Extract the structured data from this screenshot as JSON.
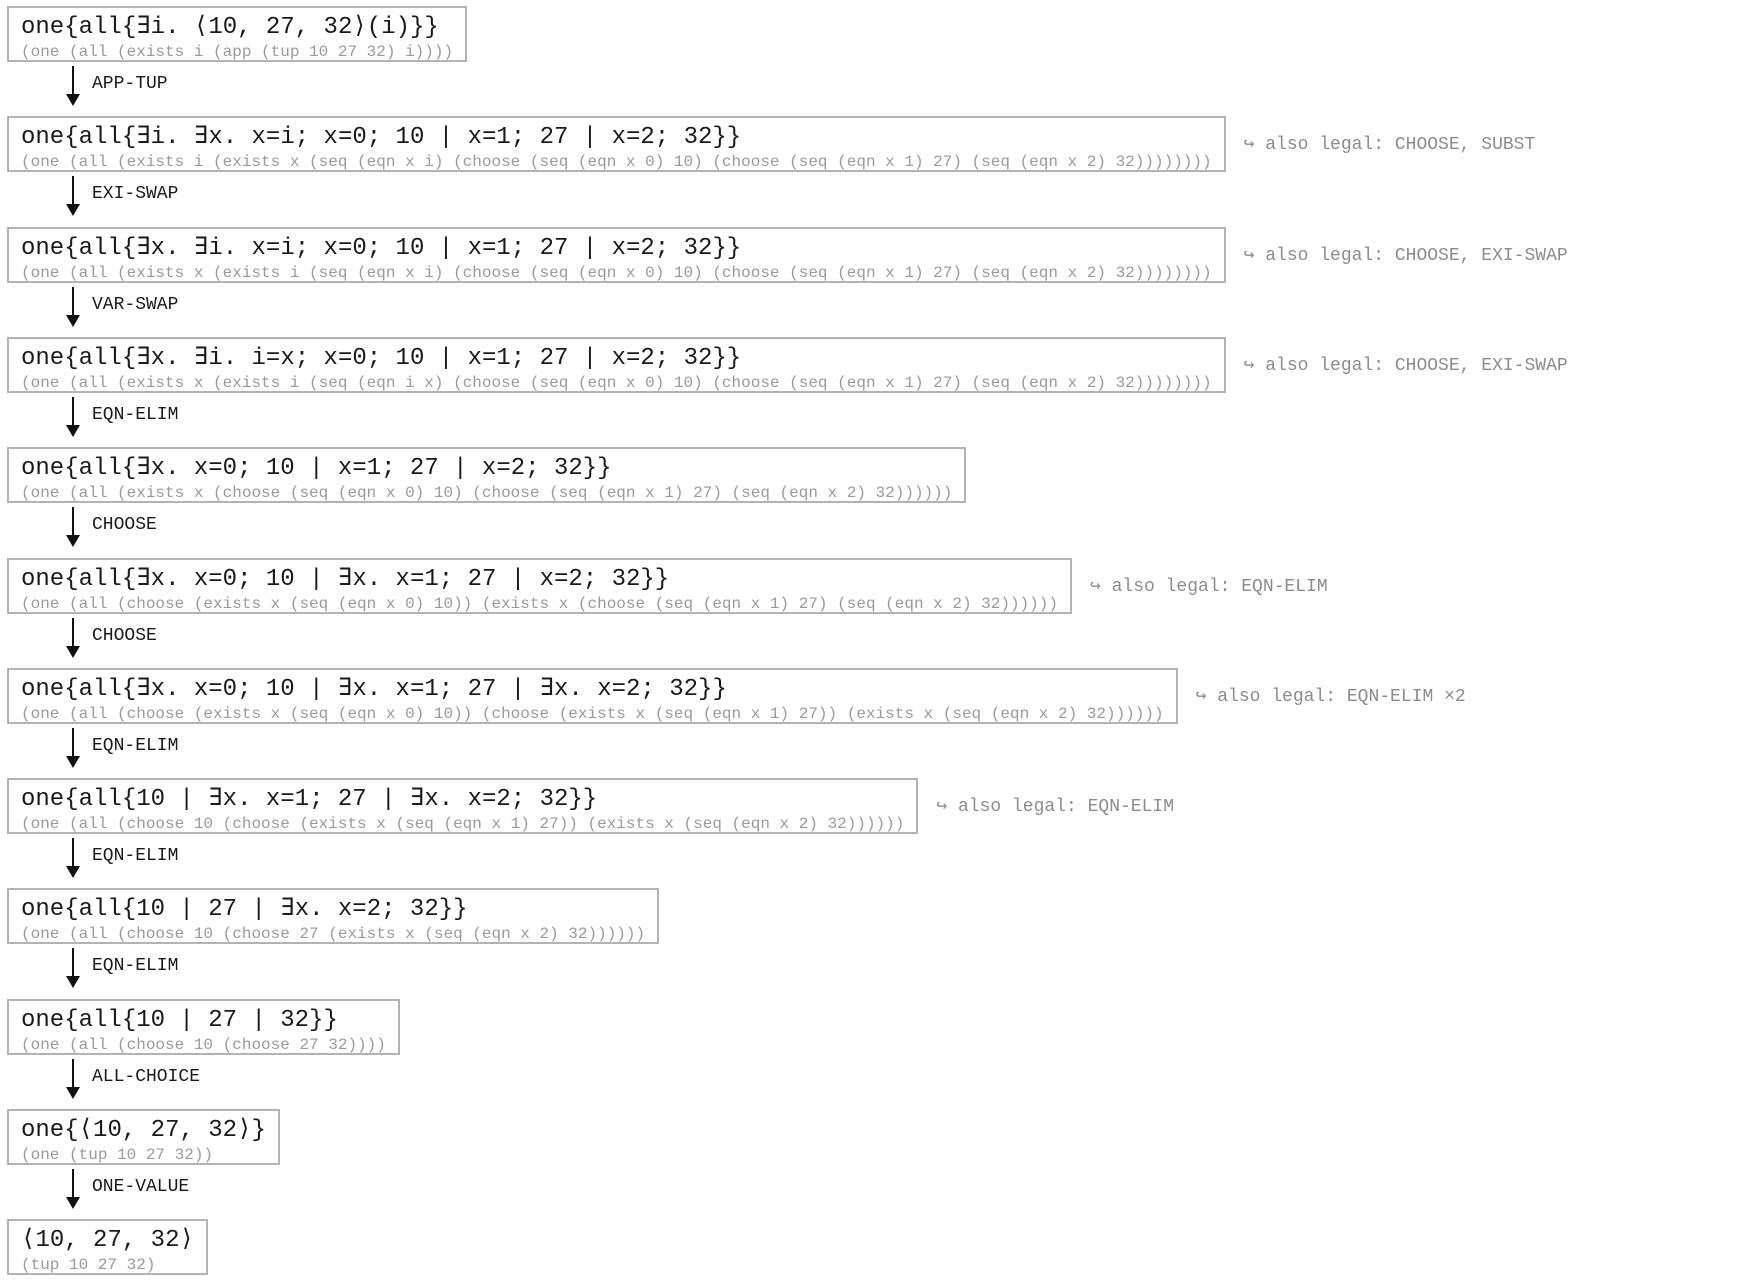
{
  "steps": [
    {
      "term": "one{all{∃i. ⟨10, 27, 32⟩(i)}}",
      "sexp": "(one (all (exists i (app (tup 10 27 32) i))))",
      "note": ""
    },
    {
      "term": "one{all{∃i. ∃x. x=i; x=0; 10 | x=1; 27 | x=2; 32}}",
      "sexp": "(one (all (exists i (exists x (seq (eqn x i) (choose (seq (eqn x 0) 10) (choose (seq (eqn x 1) 27) (seq (eqn x 2) 32))))))))",
      "note": "↪ also legal: CHOOSE, SUBST"
    },
    {
      "term": "one{all{∃x. ∃i. x=i; x=0; 10 | x=1; 27 | x=2; 32}}",
      "sexp": "(one (all (exists x (exists i (seq (eqn x i) (choose (seq (eqn x 0) 10) (choose (seq (eqn x 1) 27) (seq (eqn x 2) 32))))))))",
      "note": "↪ also legal: CHOOSE, EXI-SWAP"
    },
    {
      "term": "one{all{∃x. ∃i. i=x; x=0; 10 | x=1; 27 | x=2; 32}}",
      "sexp": "(one (all (exists x (exists i (seq (eqn i x) (choose (seq (eqn x 0) 10) (choose (seq (eqn x 1) 27) (seq (eqn x 2) 32))))))))",
      "note": "↪ also legal: CHOOSE, EXI-SWAP"
    },
    {
      "term": "one{all{∃x. x=0; 10 | x=1; 27 | x=2; 32}}",
      "sexp": "(one (all (exists x (choose (seq (eqn x 0) 10) (choose (seq (eqn x 1) 27) (seq (eqn x 2) 32))))))",
      "note": ""
    },
    {
      "term": "one{all{∃x. x=0; 10 | ∃x. x=1; 27 | x=2; 32}}",
      "sexp": "(one (all (choose (exists x (seq (eqn x 0) 10)) (exists x (choose (seq (eqn x 1) 27) (seq (eqn x 2) 32))))))",
      "note": "↪ also legal: EQN-ELIM"
    },
    {
      "term": "one{all{∃x. x=0; 10 | ∃x. x=1; 27 | ∃x. x=2; 32}}",
      "sexp": "(one (all (choose (exists x (seq (eqn x 0) 10)) (choose (exists x (seq (eqn x 1) 27)) (exists x (seq (eqn x 2) 32))))))",
      "note": "↪ also legal: EQN-ELIM ×2"
    },
    {
      "term": "one{all{10 | ∃x. x=1; 27 | ∃x. x=2; 32}}",
      "sexp": "(one (all (choose 10 (choose (exists x (seq (eqn x 1) 27)) (exists x (seq (eqn x 2) 32))))))",
      "note": "↪ also legal: EQN-ELIM"
    },
    {
      "term": "one{all{10 | 27 | ∃x. x=2; 32}}",
      "sexp": "(one (all (choose 10 (choose 27 (exists x (seq (eqn x 2) 32))))))",
      "note": ""
    },
    {
      "term": "one{all{10 | 27 | 32}}",
      "sexp": "(one (all (choose 10 (choose 27 32))))",
      "note": ""
    },
    {
      "term": "one{⟨10, 27, 32⟩}",
      "sexp": "(one (tup 10 27 32))",
      "note": ""
    },
    {
      "term": "⟨10, 27, 32⟩",
      "sexp": "(tup 10 27 32)",
      "note": ""
    }
  ],
  "rules": [
    "APP-TUP",
    "EXI-SWAP",
    "VAR-SWAP",
    "EQN-ELIM",
    "CHOOSE",
    "CHOOSE",
    "EQN-ELIM",
    "EQN-ELIM",
    "EQN-ELIM",
    "ALL-CHOICE",
    "ONE-VALUE"
  ]
}
